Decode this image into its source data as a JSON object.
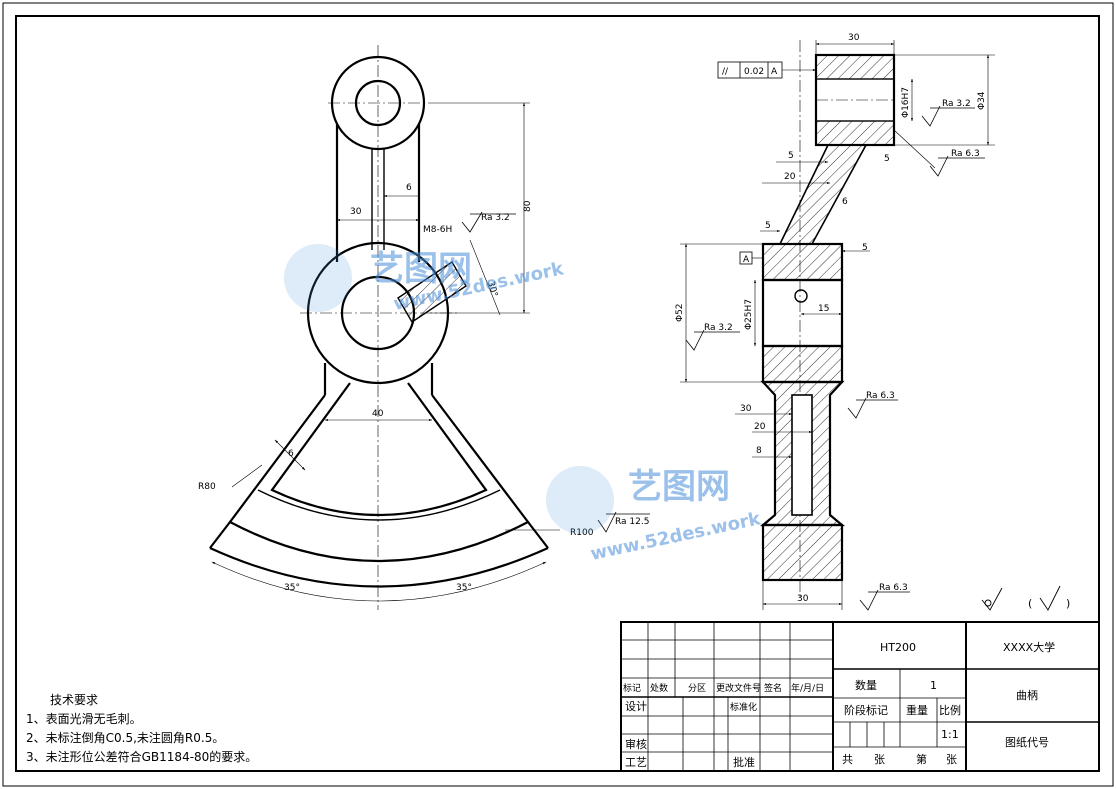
{
  "colors": {
    "line": "#000000",
    "watermark": "#4a90d9"
  },
  "front_view": {
    "dims": {
      "w30": "30",
      "w6": "6",
      "h80": "80",
      "thread": "M8-6H",
      "angle": "30°",
      "w40": "40",
      "r80": "R80",
      "rib6": "6",
      "r100": "R100",
      "a35_left": "35°",
      "a35_right": "35°"
    },
    "finishes": {
      "ra_thread": "Ra 3.2",
      "ra_arc": "Ra 12.5"
    }
  },
  "side_view": {
    "dims": {
      "top30": "30",
      "d16": "Φ16H7",
      "d34": "Φ34",
      "s5_left": "5",
      "s5_right": "5",
      "w20": "20",
      "w5a": "5",
      "w6": "6",
      "w5b": "5",
      "d52": "Φ52",
      "d25": "Φ25H7",
      "w15": "15",
      "w30a": "30",
      "w20b": "20",
      "w8": "8",
      "bottom30": "30"
    },
    "finishes": {
      "ra_bore16": "Ra 3.2",
      "ra_top": "Ra 6.3",
      "ra_bore25": "Ra 3.2",
      "ra_web": "Ra 6.3",
      "ra_bottom": "Ra 6.3"
    },
    "tolerance": {
      "symbol": "//",
      "value": "0.02",
      "datum": "A"
    },
    "datum_label": "A"
  },
  "general_finish": {
    "paren_open": "(",
    "paren_close": ")"
  },
  "watermark": {
    "cn": "艺图网",
    "url": "www.52des.work"
  },
  "notes": {
    "title": "技术要求",
    "items": [
      "1、表面光滑无毛刺。",
      "2、未标注倒角C0.5,未注圆角R0.5。",
      "3、未注形位公差符合GB1184-80的要求。"
    ]
  },
  "title_block": {
    "material": "HT200",
    "school": "XXXX大学",
    "part_name": "曲柄",
    "drawing_code": "图纸代号",
    "qty_label": "数量",
    "qty": "1",
    "stage_label": "阶段标记",
    "weight_label": "重量",
    "scale_label": "比例",
    "scale": "1:1",
    "total_label": "共",
    "sheet_label": "张",
    "page_label": "第",
    "page_sheet_label": "张",
    "rev_headers": [
      "标记",
      "处数",
      "分区",
      "更改文件号",
      "签名",
      "年/月/日"
    ],
    "design": "设计",
    "standard": "标准化",
    "review": "审核",
    "process": "工艺",
    "approve": "批准"
  }
}
